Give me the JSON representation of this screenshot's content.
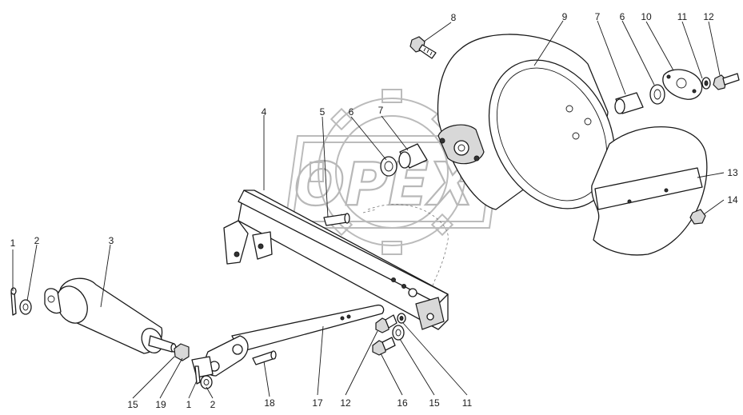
{
  "watermark": {
    "text": "OPEX"
  },
  "callouts": [
    {
      "id": "c1-left",
      "label": "1"
    },
    {
      "id": "c2-left",
      "label": "2"
    },
    {
      "id": "c3",
      "label": "3"
    },
    {
      "id": "c4",
      "label": "4"
    },
    {
      "id": "c5",
      "label": "5"
    },
    {
      "id": "c6-mid",
      "label": "6"
    },
    {
      "id": "c7-mid",
      "label": "7"
    },
    {
      "id": "c8",
      "label": "8"
    },
    {
      "id": "c9",
      "label": "9"
    },
    {
      "id": "c7-top",
      "label": "7"
    },
    {
      "id": "c6-top",
      "label": "6"
    },
    {
      "id": "c10",
      "label": "10"
    },
    {
      "id": "c11-top",
      "label": "11"
    },
    {
      "id": "c12-top",
      "label": "12"
    },
    {
      "id": "c13",
      "label": "13"
    },
    {
      "id": "c14",
      "label": "14"
    },
    {
      "id": "c15-left",
      "label": "15"
    },
    {
      "id": "c19",
      "label": "19"
    },
    {
      "id": "c1-bottom",
      "label": "1"
    },
    {
      "id": "c2-bottom",
      "label": "2"
    },
    {
      "id": "c18",
      "label": "18"
    },
    {
      "id": "c17",
      "label": "17"
    },
    {
      "id": "c12-bottom",
      "label": "12"
    },
    {
      "id": "c16",
      "label": "16"
    },
    {
      "id": "c15-bottom",
      "label": "15"
    },
    {
      "id": "c11-bottom",
      "label": "11"
    }
  ]
}
